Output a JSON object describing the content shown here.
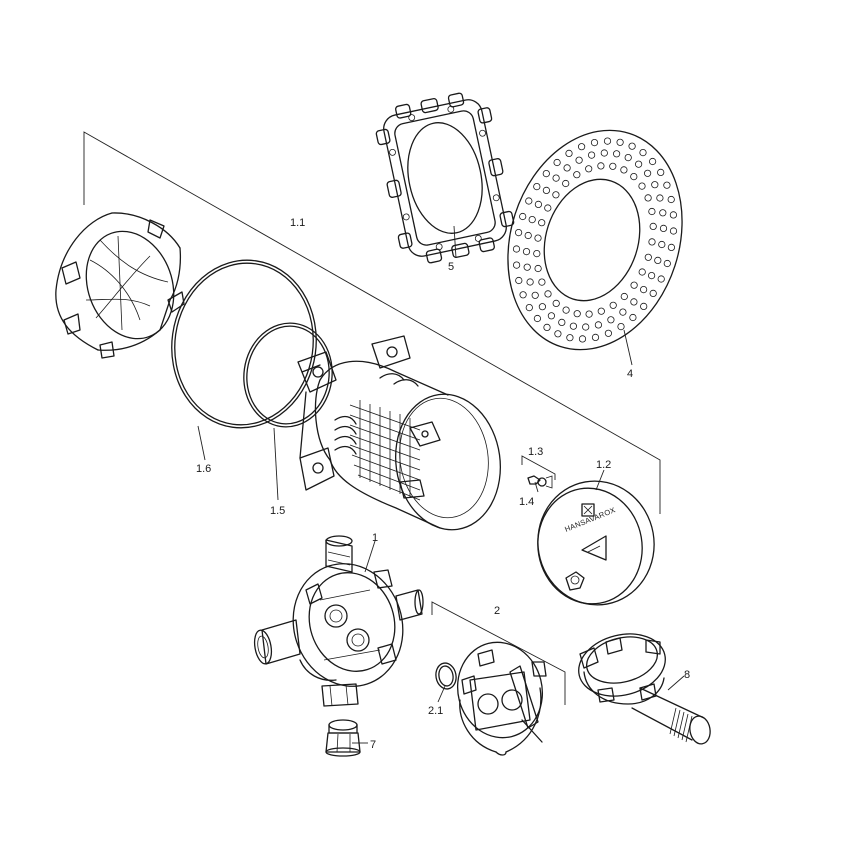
{
  "diagram": {
    "callouts": [
      {
        "id": "1",
        "text": "1"
      },
      {
        "id": "1.1",
        "text": "1.1"
      },
      {
        "id": "1.2",
        "text": "1.2"
      },
      {
        "id": "1.3",
        "text": "1.3"
      },
      {
        "id": "1.4",
        "text": "1.4"
      },
      {
        "id": "1.5",
        "text": "1.5"
      },
      {
        "id": "1.6",
        "text": "1.6"
      },
      {
        "id": "2",
        "text": "2"
      },
      {
        "id": "2.1",
        "text": "2.1"
      },
      {
        "id": "4",
        "text": "4"
      },
      {
        "id": "5",
        "text": "5"
      },
      {
        "id": "7",
        "text": "7"
      },
      {
        "id": "8",
        "text": "8"
      }
    ],
    "cover_logo_text": "HANSAVAROX"
  }
}
